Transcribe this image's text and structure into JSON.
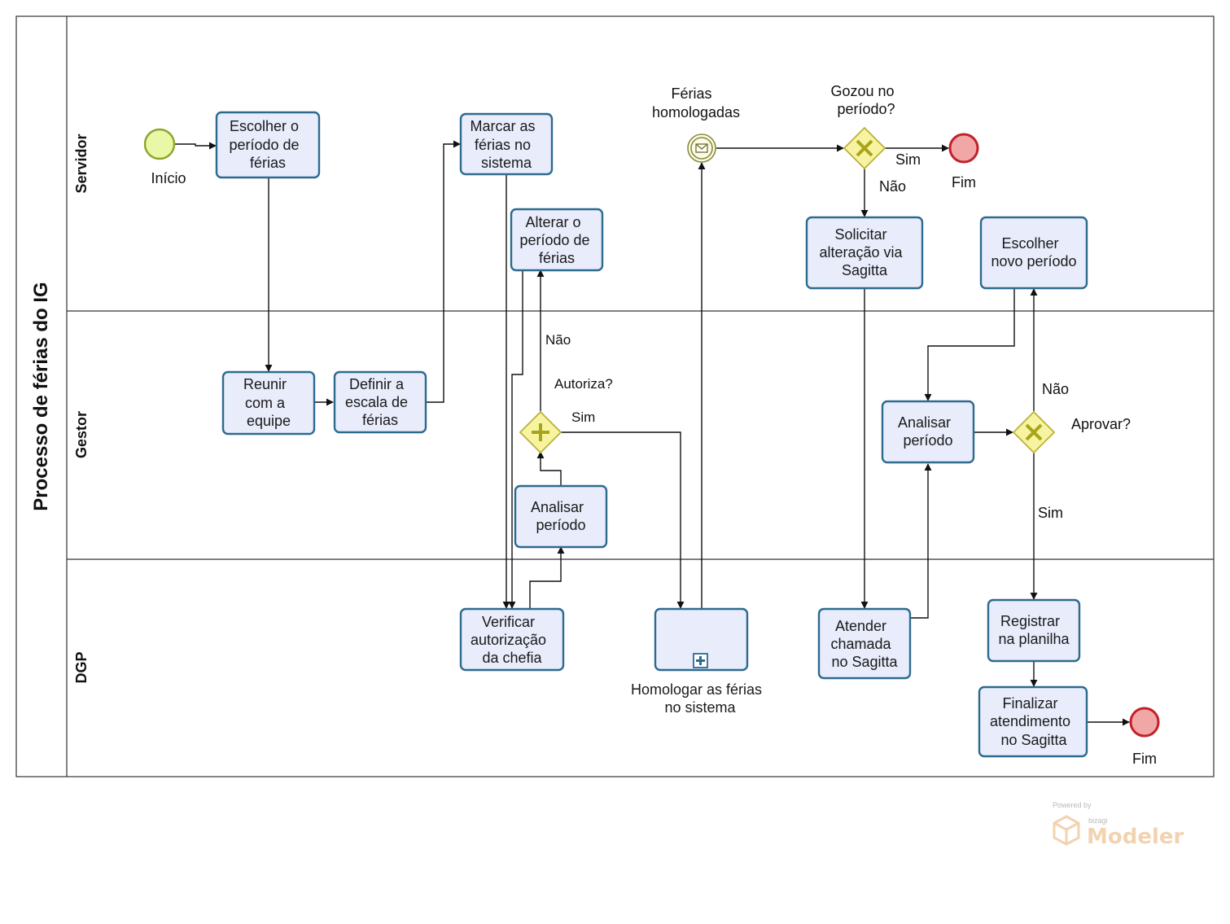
{
  "pool": {
    "title": "Processo de férias do IG"
  },
  "lanes": {
    "servidor": "Servidor",
    "gestor": "Gestor",
    "dgp": "DGP"
  },
  "tasks": {
    "escolher_periodo": [
      "Escolher o",
      "período de",
      "férias"
    ],
    "marcar_ferias": [
      "Marcar as",
      "férias no",
      "sistema"
    ],
    "alterar_periodo": [
      "Alterar o",
      "período de",
      "férias"
    ],
    "solicitar_alteracao": [
      "Solicitar",
      "alteração via",
      "Sagitta"
    ],
    "escolher_novo": [
      "Escolher",
      "novo período"
    ],
    "reunir_equipe": [
      "Reunir",
      "com a",
      "equipe"
    ],
    "definir_escala": [
      "Definir a",
      "escala de",
      "férias"
    ],
    "analisar_gestor": [
      "Analisar",
      "período"
    ],
    "analisar_periodo2": [
      "Analisar",
      "período"
    ],
    "verificar_autorizacao": [
      "Verificar",
      "autorização",
      "da chefia"
    ],
    "atender_chamada": [
      "Atender",
      "chamada",
      "no Sagitta"
    ],
    "registrar_planilha": [
      "Registrar",
      "na planilha"
    ],
    "finalizar": [
      "Finalizar",
      "atendimento",
      "no Sagitta"
    ]
  },
  "subprocess": {
    "label": [
      "Homologar as férias",
      "no sistema"
    ]
  },
  "events": {
    "start": "Início",
    "msg_catch": [
      "Férias",
      "homologadas"
    ],
    "end1": "Fim",
    "end2": "Fim"
  },
  "gateways": {
    "autoriza": "Autoriza?",
    "gozou": [
      "Gozou no",
      "período?"
    ],
    "aprovar": "Aprovar?"
  },
  "flow_labels": {
    "autoriza_nao": "Não",
    "autoriza_sim": "Sim",
    "gozou_sim": "Sim",
    "gozou_nao": "Não",
    "aprovar_nao": "Não",
    "aprovar_sim": "Sim"
  },
  "watermark": {
    "powered": "Powered by",
    "brand": "bizagi",
    "product": "Modeler"
  },
  "colors": {
    "task_fill": "#e8ecfb",
    "task_stroke": "#2d6a8f",
    "start_fill": "#eaf7a6",
    "start_stroke": "#8aa62a",
    "end_fill": "#f2a7a7",
    "end_stroke": "#c2202a",
    "gateway_fill": "#f7f3a1",
    "gateway_stroke": "#b9b23a",
    "gateway_mark": "#a8a51a",
    "message_stroke": "#8b8a3a",
    "lane_border": "#333333"
  }
}
